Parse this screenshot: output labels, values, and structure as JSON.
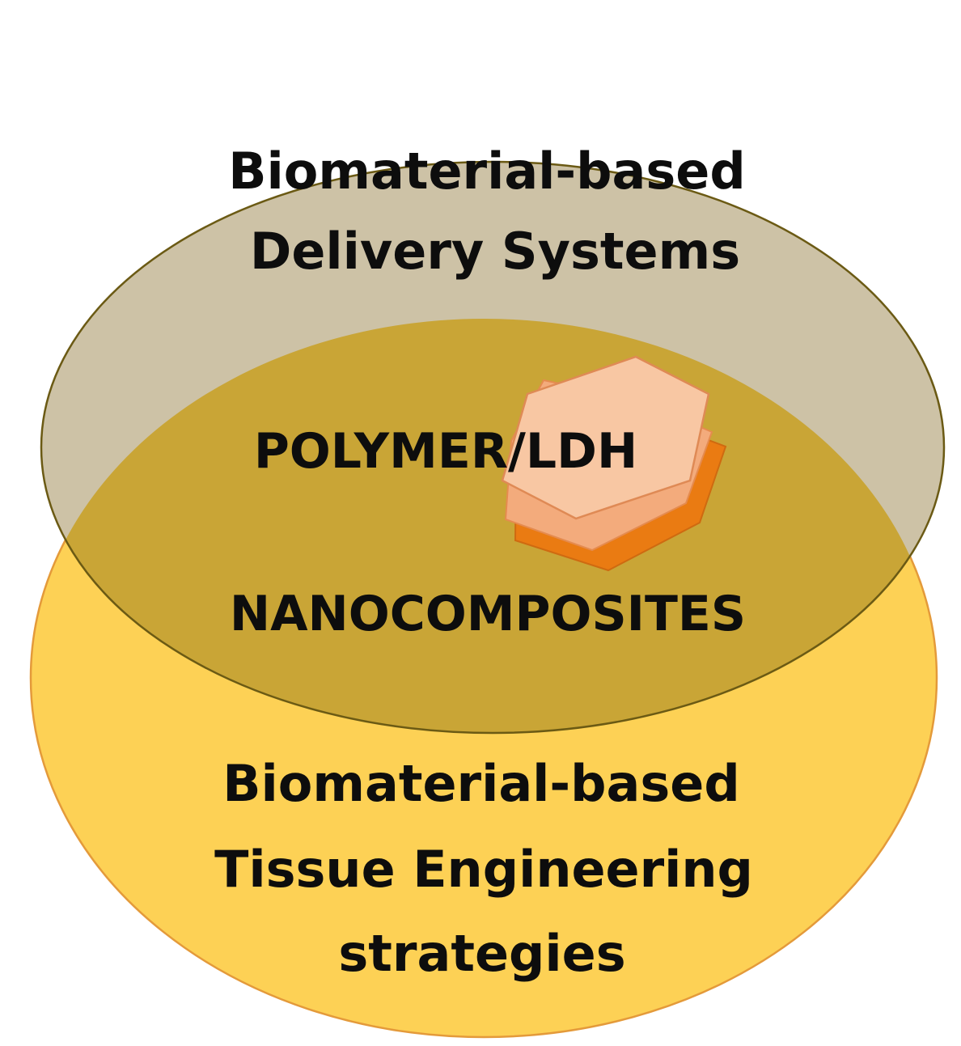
{
  "diagram": {
    "top_set": {
      "line1": "Biomaterial-based",
      "line2": "Delivery Systems"
    },
    "bottom_set": {
      "line1": "Biomaterial-based",
      "line2": "Tissue Engineering",
      "line3": "strategies"
    },
    "intersection": {
      "line1": "POLYMER/LDH",
      "line2": "NANOCOMPOSITES"
    },
    "colors": {
      "top_fill": "#cdc2a6",
      "top_stroke": "#6b5a14",
      "bottom_fill": "#fdd155",
      "bottom_stroke": "#e49a3a",
      "overlap_fill": "#c9a536",
      "hexagon_front": "#f8c7a3",
      "hexagon_middle": "#f3ab7c",
      "hexagon_back": "#ea7b12",
      "text": "#0d0d0d"
    },
    "icons": {
      "layered_platelet": "stacked-hexagon-icon"
    }
  }
}
